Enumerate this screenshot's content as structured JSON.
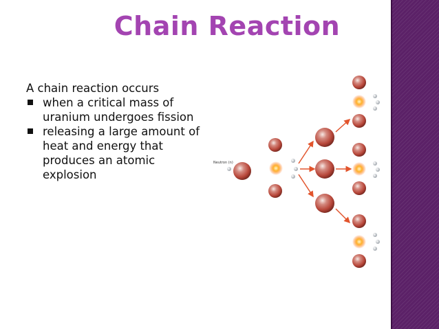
{
  "slide": {
    "title": "Chain Reaction",
    "intro": "A chain reaction occurs",
    "bullets": [
      "when a critical mass of uranium undergoes fission",
      "releasing a large amount of heat and energy that produces an atomic explosion"
    ]
  },
  "diagram": {
    "neutron_label": "Neutron (n)",
    "colors": {
      "nucleus": "#b8473a",
      "nucleus_highlight": "#f2e6e2",
      "neutron": "#cfd2d6",
      "flash": "#ffb12a",
      "arrow": "#e2542c",
      "accent_band": "#5b2167",
      "title": "#a344b1"
    }
  }
}
